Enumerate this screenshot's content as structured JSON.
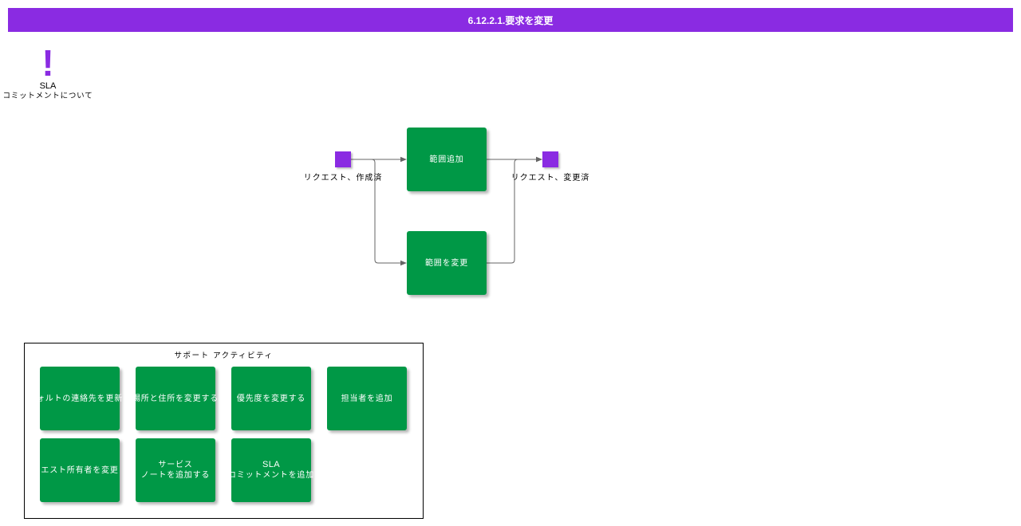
{
  "title": "6.12.2.1.要求を変更",
  "sla_note": {
    "icon": "exclamation-icon",
    "line1": "SLA",
    "line2": "コミットメントについて"
  },
  "flow": {
    "start_label": "リクエスト、作成済",
    "end_label": "リクエスト、変更済",
    "task_add_scope": "範囲追加",
    "task_change_scope": "範囲を変更"
  },
  "support": {
    "title": "サポート アクティビティ",
    "tasks": [
      {
        "lines": [
          "ォルトの連絡先を更新"
        ]
      },
      {
        "lines": [
          "場所と住所を変更する"
        ]
      },
      {
        "lines": [
          "優先度を変更する"
        ]
      },
      {
        "lines": [
          "担当者を追加"
        ]
      },
      {
        "lines": [
          "エスト所有者を変更"
        ]
      },
      {
        "lines": [
          "サービス",
          "ノートを追加する"
        ]
      },
      {
        "lines": [
          "SLA",
          "コミットメントを追加"
        ]
      }
    ]
  },
  "colors": {
    "accent": "#8a2be2",
    "task": "#009846",
    "connector": "#666666"
  }
}
